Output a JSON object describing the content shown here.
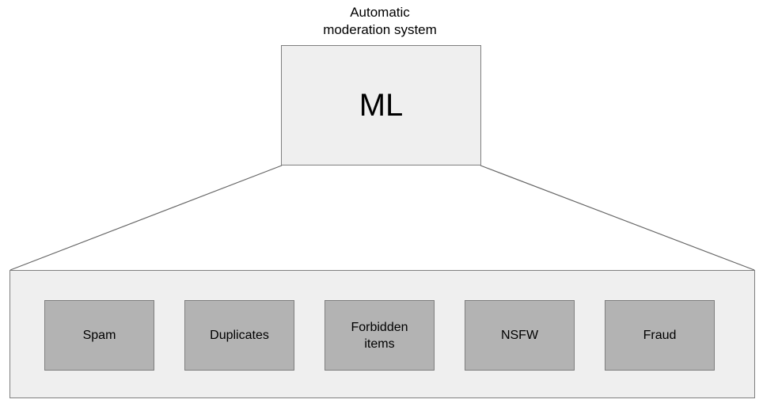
{
  "diagram": {
    "title": "Automatic\nmoderation system",
    "root": {
      "label": "ML",
      "fill_color": "#efefef",
      "border_color": "#7f7f7f"
    },
    "container": {
      "fill_color": "#efefef",
      "border_color": "#7f7f7f"
    },
    "connector_color": "#666666",
    "categories": [
      {
        "label": "Spam"
      },
      {
        "label": "Duplicates"
      },
      {
        "label": "Forbidden\nitems"
      },
      {
        "label": "NSFW"
      },
      {
        "label": "Fraud"
      }
    ],
    "category_style": {
      "fill_color": "#b3b3b3",
      "border_color": "#7f7f7f"
    }
  }
}
